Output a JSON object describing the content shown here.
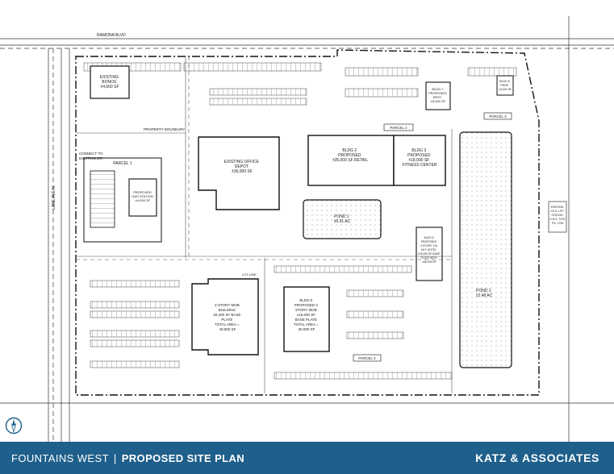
{
  "footer": {
    "project": "FOUNTAINS WEST",
    "separator": "|",
    "title": "PROPOSED SITE PLAN",
    "firm": "KATZ & ASSOCIATES"
  },
  "plan": {
    "road_north": "RAMONA BLVD",
    "road_west": "LANE AVE N",
    "property_boundary": "PROPERTY BOUNDARY",
    "connect_note": [
      "CONNECT TO",
      "EXISTING DR."
    ],
    "parcels": [
      "PARCEL 1",
      "PARCEL 2",
      "PARCEL 3",
      "PARCEL 4"
    ],
    "lot_line": "LOT LINE",
    "existing_bonos": [
      "EXISTING",
      "BONOS",
      "±4,600 SF"
    ],
    "gas_station": [
      "PROPOSED",
      "GAS STATION",
      "±4,500 SF"
    ],
    "office_depot": [
      "EXISTING OFFICE",
      "DEPOT",
      "±36,000 SF"
    ],
    "bldg2": [
      "BLDG 2",
      "PROPOSED",
      "±35,000 SF RETAIL"
    ],
    "bldg3": [
      "BLDG 3",
      "PROPOSED",
      "±18,000 SF",
      "FITNESS CENTER"
    ],
    "bldg_rest": [
      "BLDG 7",
      "PROPOSED",
      "REST.",
      "±5,000 SF"
    ],
    "bldg_small": [
      "BLDG 8",
      "PROP.",
      "±3,200 SF"
    ],
    "pond1": [
      "POND 1",
      "±0.91 AC"
    ],
    "pond2": [
      "POND 2",
      "±2.48 AC"
    ],
    "bldg6": [
      "BLDG 6",
      "PROPOSED",
      "4-STORY 116",
      "KEY HOTEL",
      "±15,000 SF BASE",
      "PLATE WITH",
      "±46,000 SF"
    ],
    "mob2": [
      "2-STORY MOB",
      "BUILDING",
      "20,400 SF BASE",
      "PLATE",
      "TOTAL AREA =",
      "40,800 SF"
    ],
    "bldg5": [
      "BLDG 5",
      "PROPOSED 2",
      "STORY MOB",
      "±15,000 SF",
      "BASE PLATE",
      "TOTAL AREA =",
      "30,000 SF"
    ],
    "lift_station": [
      "EXISTING",
      "J.E.A. LIFT",
      "STATION",
      "O.R.S. 7278",
      "PG. 1749"
    ]
  },
  "colors": {
    "footer_bg": "#1f5f8b",
    "footer_text": "#ffffff",
    "linework": "#222222"
  },
  "icons": {
    "north_arrow": "compass-north-arrow-icon"
  }
}
